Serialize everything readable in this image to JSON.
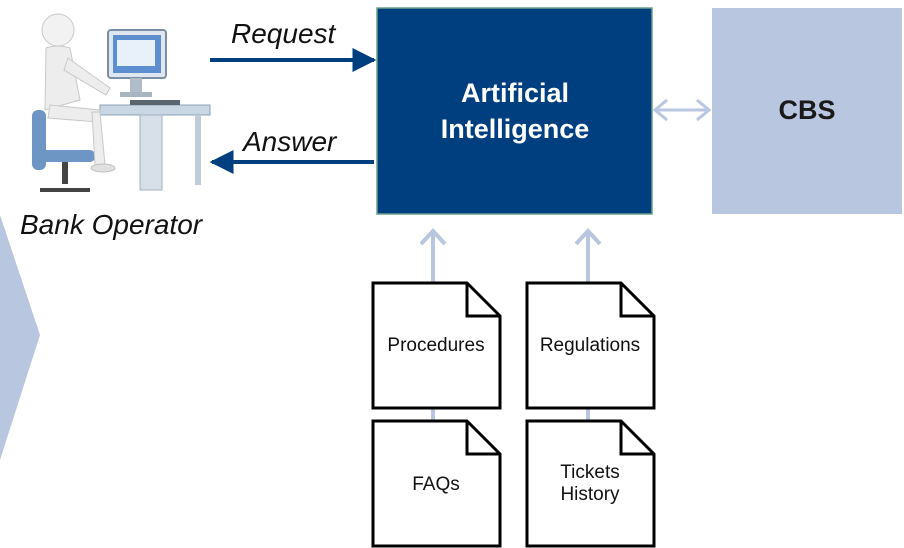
{
  "operator": {
    "label": "Bank Operator",
    "icon": "person-at-computer-icon"
  },
  "arrows": {
    "request_label": "Request",
    "answer_label": "Answer"
  },
  "ai_box": {
    "title": "Artificial Intelligence",
    "line1": "Artificial",
    "line2": "Intelligence",
    "color": "#003f7f"
  },
  "cbs_box": {
    "title": "CBS",
    "color": "#b8c6e0"
  },
  "documents": [
    {
      "line1": "Procedures",
      "line2": ""
    },
    {
      "line1": "Regulations",
      "line2": ""
    },
    {
      "line1": "FAQs",
      "line2": ""
    },
    {
      "line1": "Tickets",
      "line2": "History"
    }
  ],
  "colors": {
    "dark_blue": "#003f7f",
    "light_blue": "#b8c6e0",
    "connector": "#b8c6e0",
    "doc_border": "#000000"
  }
}
